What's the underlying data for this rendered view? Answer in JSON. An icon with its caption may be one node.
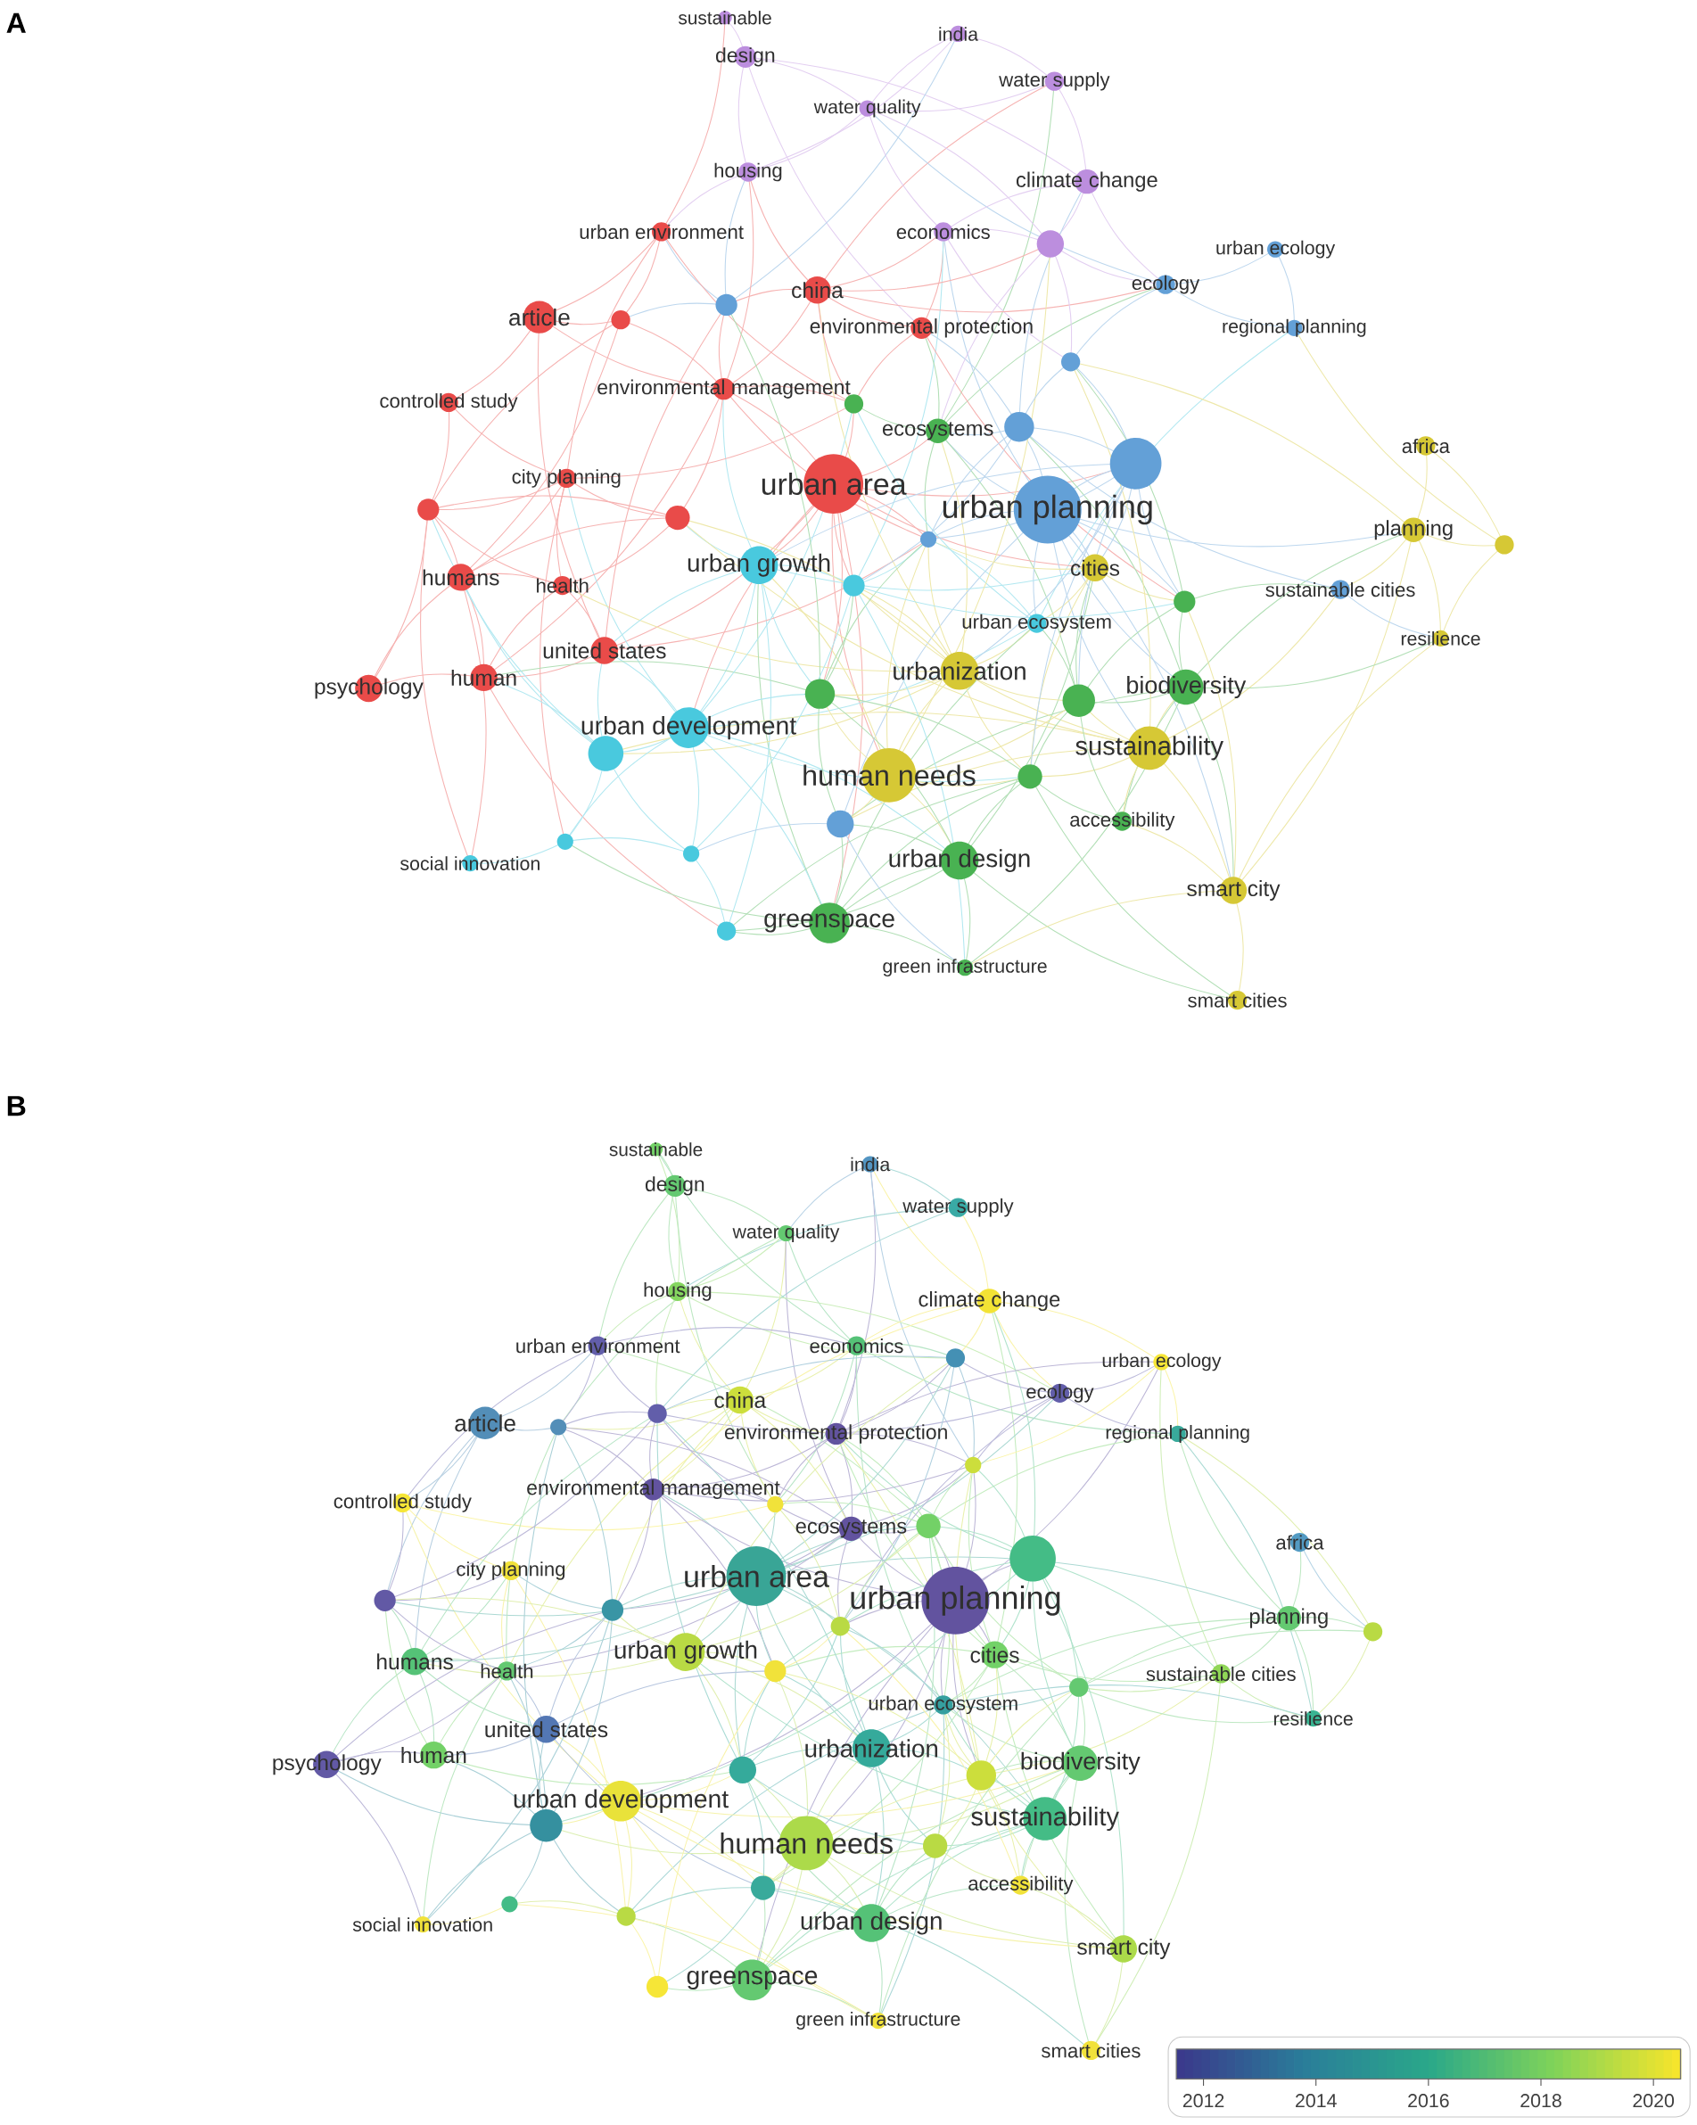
{
  "diagram": {
    "nodes": [
      {
        "text": [
          "sustainable"
        ]
      },
      {
        "text": [
          "design"
        ]
      },
      {
        "text": [
          "india"
        ]
      },
      {
        "text": [
          "water supply"
        ]
      },
      {
        "text": [
          "water quality"
        ]
      },
      {
        "text": [
          "housing"
        ]
      },
      {
        "text": [
          "climate change"
        ]
      },
      {
        "text": [
          "urban environment"
        ]
      },
      {
        "text": [
          "economics"
        ]
      },
      {
        "text": [
          "urban ecology"
        ]
      },
      {
        "text": [
          "ecology"
        ]
      },
      {
        "text": [
          "china"
        ]
      },
      {
        "text": [
          "article"
        ]
      },
      {
        "text": [
          "environmental protection"
        ]
      },
      {
        "text": [
          "regional planning"
        ]
      },
      {
        "text": [
          "controlled study"
        ]
      },
      {
        "text": [
          "environmental management"
        ]
      },
      {
        "text": [
          "africa"
        ]
      },
      {
        "text": [
          "ecosystems"
        ]
      },
      {
        "text": [
          "urban area"
        ]
      },
      {
        "text": [
          "urban planning"
        ]
      },
      {
        "text": [
          "city planning"
        ]
      },
      {
        "text": [
          "planning"
        ]
      },
      {
        "text": [
          "cities"
        ]
      },
      {
        "text": [
          "humans"
        ]
      },
      {
        "text": [
          "health"
        ]
      },
      {
        "text": [
          "urban growth"
        ]
      },
      {
        "text": [
          "sustainable cities"
        ]
      },
      {
        "text": [
          "urban ecosystem"
        ]
      },
      {
        "text": [
          "resilience"
        ]
      },
      {
        "text": [
          "united states"
        ]
      },
      {
        "text": [
          "urbanization"
        ]
      },
      {
        "text": [
          "psychology"
        ]
      },
      {
        "text": [
          "human"
        ]
      },
      {
        "text": [
          "biodiversity"
        ]
      },
      {
        "text": [
          "urban development"
        ]
      },
      {
        "text": [
          "sustainability"
        ]
      },
      {
        "text": [
          "human needs"
        ]
      },
      {
        "text": [
          "accessibility"
        ]
      },
      {
        "text": [
          "social innovation"
        ]
      },
      {
        "text": [
          "urban design"
        ]
      },
      {
        "text": [
          "smart city"
        ]
      },
      {
        "text": [
          "greenspace"
        ]
      },
      {
        "text": [
          "green infrastructure"
        ]
      },
      {
        "text": [
          "smart cities"
        ]
      },
      {
        "text": [],
        "shape": "circle"
      },
      {
        "text": [],
        "shape": "circle"
      },
      {
        "text": [],
        "shape": "circle"
      },
      {
        "text": [],
        "shape": "circle"
      },
      {
        "text": [],
        "shape": "circle"
      },
      {
        "text": [],
        "shape": "circle"
      },
      {
        "text": [],
        "shape": "circle"
      },
      {
        "text": [],
        "shape": "circle"
      },
      {
        "text": [],
        "shape": "circle"
      },
      {
        "text": [],
        "shape": "circle"
      },
      {
        "text": [],
        "shape": "circle"
      },
      {
        "text": [],
        "shape": "circle"
      },
      {
        "text": [],
        "shape": "circle"
      },
      {
        "text": [],
        "shape": "circle"
      },
      {
        "text": [],
        "shape": "circle"
      },
      {
        "text": [],
        "shape": "circle"
      },
      {
        "text": [],
        "shape": "circle"
      },
      {
        "text": [],
        "shape": "circle"
      },
      {
        "text": [],
        "shape": "circle"
      },
      {
        "text": [],
        "shape": "circle"
      },
      {
        "text": [],
        "shape": "circle"
      },
      {
        "text": [
          "sustainable"
        ]
      },
      {
        "text": [
          "design"
        ]
      },
      {
        "text": [
          "india"
        ]
      },
      {
        "text": [
          "water supply"
        ]
      },
      {
        "text": [
          "water quality"
        ]
      },
      {
        "text": [
          "housing"
        ]
      },
      {
        "text": [
          "climate change"
        ]
      },
      {
        "text": [
          "urban environment"
        ]
      },
      {
        "text": [
          "economics"
        ]
      },
      {
        "text": [
          "urban ecology"
        ]
      },
      {
        "text": [
          "ecology"
        ]
      },
      {
        "text": [
          "china"
        ]
      },
      {
        "text": [
          "article"
        ]
      },
      {
        "text": [
          "environmental protection"
        ]
      },
      {
        "text": [
          "regional planning"
        ]
      },
      {
        "text": [
          "controlled study"
        ]
      },
      {
        "text": [
          "environmental management"
        ]
      },
      {
        "text": [
          "africa"
        ]
      },
      {
        "text": [
          "ecosystems"
        ]
      },
      {
        "text": [
          "urban area"
        ]
      },
      {
        "text": [
          "urban planning"
        ]
      },
      {
        "text": [
          "city planning"
        ]
      },
      {
        "text": [
          "planning"
        ]
      },
      {
        "text": [
          "cities"
        ]
      },
      {
        "text": [
          "humans"
        ]
      },
      {
        "text": [
          "health"
        ]
      },
      {
        "text": [
          "urban growth"
        ]
      },
      {
        "text": [
          "sustainable cities"
        ]
      },
      {
        "text": [
          "urban ecosystem"
        ]
      },
      {
        "text": [
          "resilience"
        ]
      },
      {
        "text": [
          "united states"
        ]
      },
      {
        "text": [
          "urbanization"
        ]
      },
      {
        "text": [
          "psychology"
        ]
      },
      {
        "text": [
          "human"
        ]
      },
      {
        "text": [
          "biodiversity"
        ]
      },
      {
        "text": [
          "urban development"
        ]
      },
      {
        "text": [
          "sustainability"
        ]
      },
      {
        "text": [
          "human needs"
        ]
      },
      {
        "text": [
          "accessibility"
        ]
      },
      {
        "text": [
          "social innovation"
        ]
      },
      {
        "text": [
          "urban design"
        ]
      },
      {
        "text": [
          "smart city"
        ]
      },
      {
        "text": [
          "greenspace"
        ]
      },
      {
        "text": [
          "green infrastructure"
        ]
      },
      {
        "text": [
          "smart cities"
        ]
      },
      {
        "text": [],
        "shape": "circle"
      },
      {
        "text": [],
        "shape": "circle"
      },
      {
        "text": [],
        "shape": "circle"
      },
      {
        "text": [],
        "shape": "circle"
      },
      {
        "text": [],
        "shape": "circle"
      },
      {
        "text": [],
        "shape": "circle"
      },
      {
        "text": [],
        "shape": "circle"
      },
      {
        "text": [],
        "shape": "circle"
      },
      {
        "text": [],
        "shape": "circle"
      },
      {
        "text": [],
        "shape": "circle"
      },
      {
        "text": [],
        "shape": "circle"
      },
      {
        "text": [],
        "shape": "circle"
      },
      {
        "text": [],
        "shape": "circle"
      },
      {
        "text": [],
        "shape": "circle"
      },
      {
        "text": [],
        "shape": "circle"
      },
      {
        "text": [],
        "shape": "circle"
      },
      {
        "text": [],
        "shape": "circle"
      },
      {
        "text": [],
        "shape": "circle"
      },
      {
        "text": [],
        "shape": "circle"
      },
      {
        "text": [],
        "shape": "circle"
      },
      {
        "text": [],
        "shape": "circle"
      }
    ],
    "labels": [
      "A",
      "B",
      "2012",
      "2014",
      "2016",
      "2018",
      "2020"
    ]
  }
}
